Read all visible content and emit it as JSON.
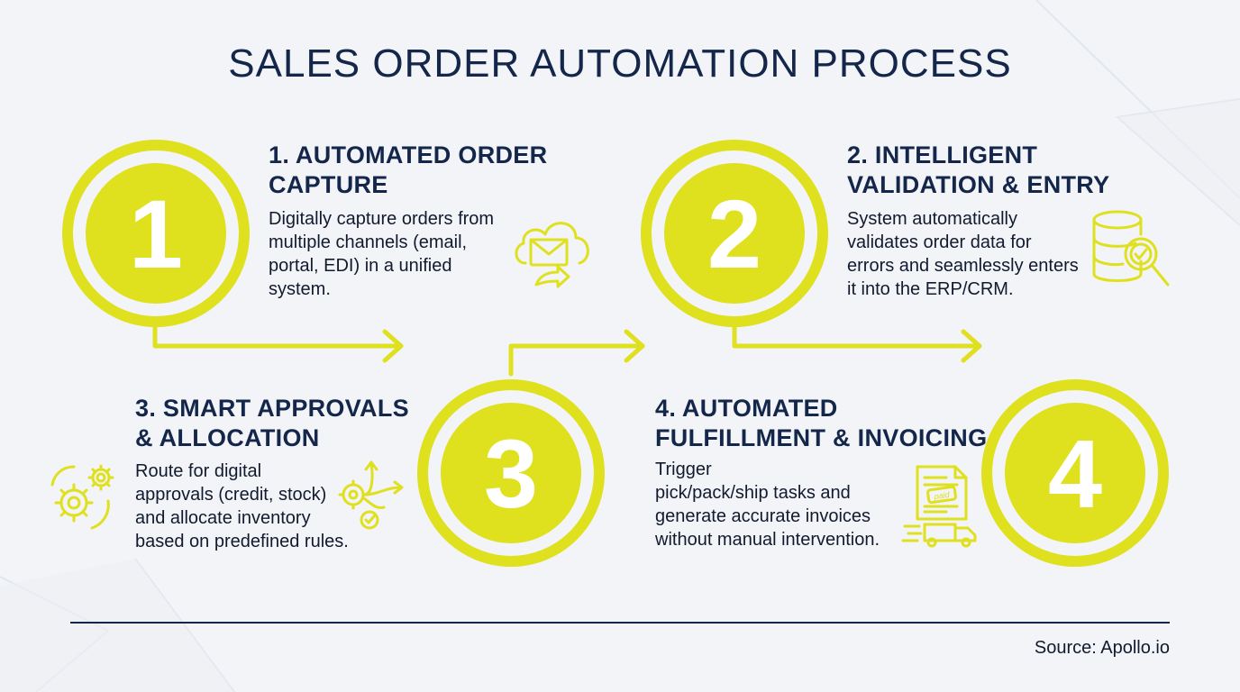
{
  "title": "SALES ORDER AUTOMATION PROCESS",
  "colors": {
    "accent": "#dfe01e",
    "navy": "#14264a",
    "background": "#f2f4f8"
  },
  "steps": [
    {
      "number": "1",
      "title_line1": "1. AUTOMATED ORDER",
      "title_line2": "CAPTURE",
      "desc_lines": [
        "Digitally capture orders from",
        "multiple channels (email,",
        "portal, EDI) in a unified",
        "system."
      ],
      "icon": "cloud-envelope-icon"
    },
    {
      "number": "2",
      "title_line1": "2. INTELLIGENT",
      "title_line2": "VALIDATION & ENTRY",
      "desc_lines": [
        "System automatically",
        "validates order data for",
        "errors and seamlessly enters",
        "it into the ERP/CRM."
      ],
      "icon": "database-search-icon"
    },
    {
      "number": "3",
      "title_line1": "3. SMART APPROVALS",
      "title_line2": "& ALLOCATION",
      "desc_lines": [
        "Route for digital",
        "approvals (credit, stock)",
        "and allocate inventory",
        "based on predefined rules."
      ],
      "icon": "gears-icon",
      "icon2": "gear-routing-icon"
    },
    {
      "number": "4",
      "title_line1": "4. AUTOMATED",
      "title_line2": "FULFILLMENT & INVOICING",
      "desc_lines": [
        "Trigger",
        "pick/pack/ship tasks and",
        "generate accurate invoices",
        "without manual intervention."
      ],
      "icon": "invoice-truck-icon",
      "icon_stamp": "paid"
    }
  ],
  "source": "Source: Apollo.io"
}
